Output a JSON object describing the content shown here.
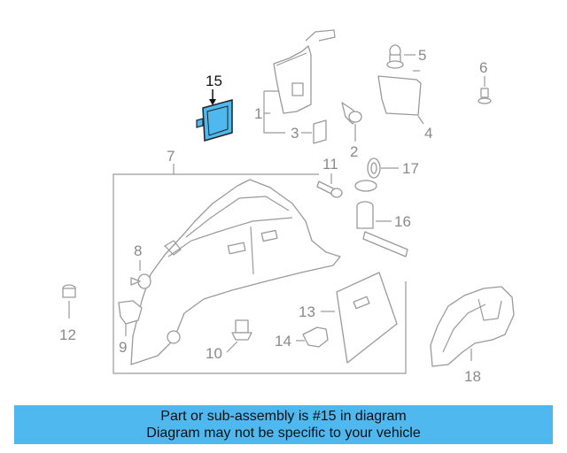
{
  "diagram": {
    "highlighted_part": "15",
    "highlight_color": "#4fb8ef",
    "callouts": {
      "c1": "1",
      "c2": "2",
      "c3": "3",
      "c4": "4",
      "c5": "5",
      "c6": "6",
      "c7": "7",
      "c8": "8",
      "c9": "9",
      "c10": "10",
      "c11": "11",
      "c12": "12",
      "c13": "13",
      "c14": "14",
      "c15": "15",
      "c16": "16",
      "c17": "17",
      "c18": "18"
    }
  },
  "banner": {
    "line1": "Part or sub-assembly is #15 in diagram",
    "line2": "Diagram may not be specific to your vehicle",
    "color": "#4fb8ef"
  }
}
